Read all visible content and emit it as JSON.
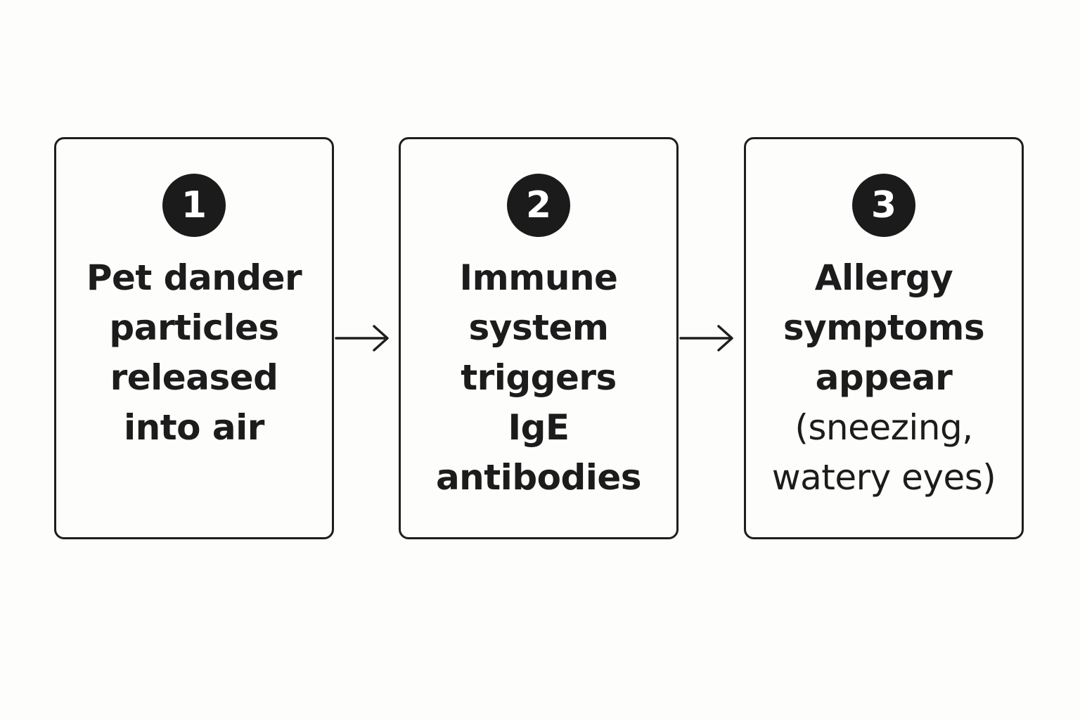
{
  "steps": [
    {
      "number": "1",
      "lines": [
        "Pet dander",
        "particles",
        "released",
        "into air"
      ],
      "extra_lines": []
    },
    {
      "number": "2",
      "lines": [
        "Immune",
        "system",
        "triggers",
        "IgE",
        "antibodies"
      ],
      "extra_lines": []
    },
    {
      "number": "3",
      "lines": [
        "Allergy",
        "symptoms",
        "appear"
      ],
      "extra_lines": [
        "(sneezing,",
        "watery eyes)"
      ]
    }
  ],
  "arrows": [
    {
      "from": "1",
      "to": "2",
      "icon": "arrow-right-icon"
    },
    {
      "from": "2",
      "to": "3",
      "icon": "arrow-right-icon"
    }
  ],
  "colors": {
    "background": "#fdfdfb",
    "stroke": "#1e1e1e",
    "badge_fill": "#1b1b1b",
    "badge_text": "#ffffff",
    "text": "#1c1c1c"
  }
}
